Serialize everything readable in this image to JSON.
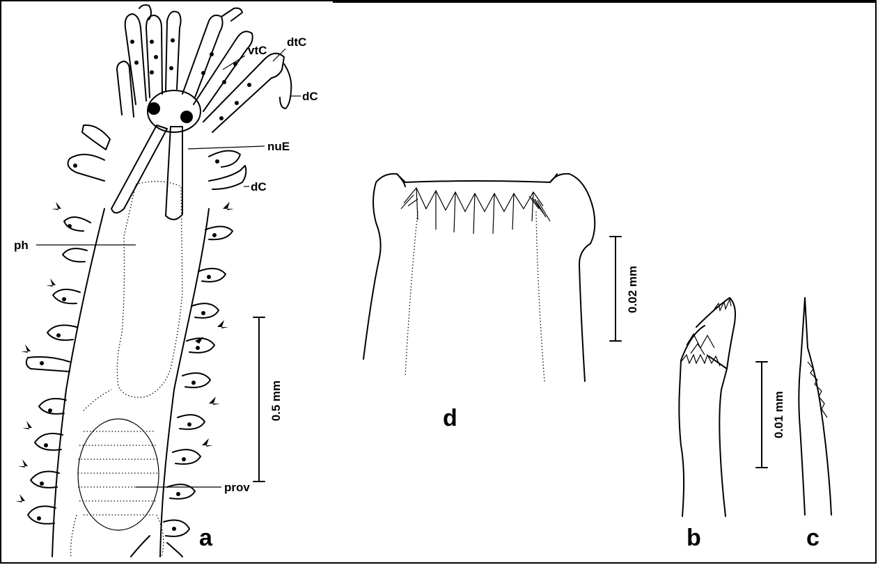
{
  "figure_labels": {
    "a": "a",
    "b": "b",
    "c": "c",
    "d": "d"
  },
  "annotations": {
    "vtC": "vtC",
    "dtC": "dtC",
    "dC_top": "dC",
    "nuE": "nuE",
    "dC_mid": "dC",
    "ph": "ph",
    "prov": "prov"
  },
  "scale_bars": {
    "a": "0.5 mm",
    "d": "0.02 mm",
    "bc": "0.01 mm"
  }
}
